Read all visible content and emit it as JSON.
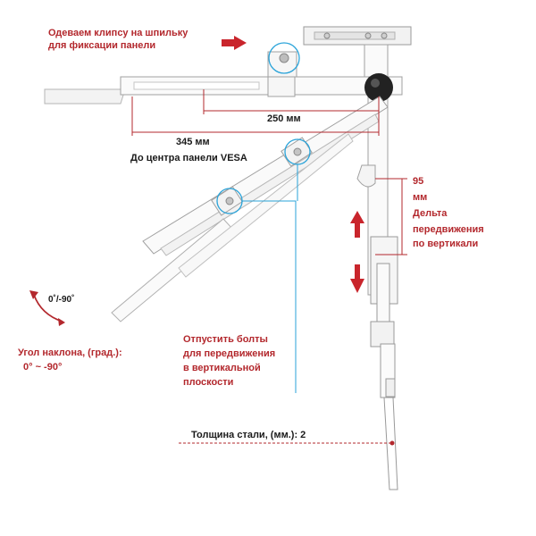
{
  "labels": {
    "clip_line1": "Одеваем клипсу на шпильку",
    "clip_line2": "для фиксации панели",
    "dim_250": "250 мм",
    "dim_345": "345 мм",
    "vesa_center": "До центра панели VESA",
    "dim_95": "95",
    "unit_mm": "мм",
    "delta_line1": "Дельта",
    "delta_line2": "передвижения",
    "delta_line3": "по вертикали",
    "angle_short": "0˚/-90˚",
    "tilt_line1": "Угол наклона, (град.):",
    "tilt_line2": "0° ~ -90°",
    "bolts_line1": "Отпустить болты",
    "bolts_line2": "для передвижения",
    "bolts_line3": "в вертикальной",
    "bolts_line4": "плоскости",
    "steel": "Толщина стали, (мм.): 2"
  },
  "colors": {
    "annotation_red": "#b3282d",
    "leader_blue": "#29a3d9",
    "metal_outline": "#9a9a9a",
    "knob": "#222222"
  }
}
